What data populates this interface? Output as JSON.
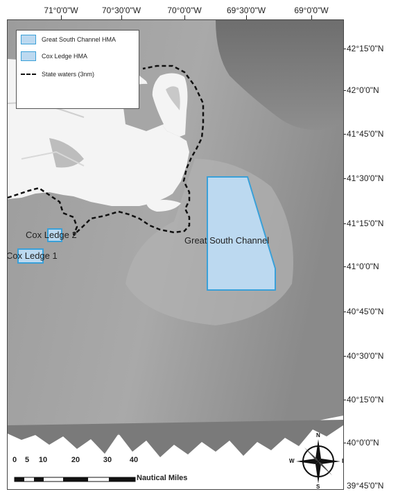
{
  "legend": {
    "items": [
      {
        "label": "Great South Channel HMA",
        "type": "polygon"
      },
      {
        "label": "Cox Ledge HMA",
        "type": "polygon"
      },
      {
        "label": "State waters (3nm)",
        "type": "dashed-line"
      }
    ]
  },
  "axes": {
    "longitude_ticks": [
      "71°0'0\"W",
      "70°30'0\"W",
      "70°0'0\"W",
      "69°30'0\"W",
      "69°0'0\"W"
    ],
    "latitude_ticks": [
      "42°15'0\"N",
      "42°0'0\"N",
      "41°45'0\"N",
      "41°30'0\"N",
      "41°15'0\"N",
      "41°0'0\"N",
      "40°45'0\"N",
      "40°30'0\"N",
      "40°15'0\"N",
      "40°0'0\"N",
      "39°45'0\"N"
    ]
  },
  "labels": {
    "great_south_channel": "Great South Channel",
    "cox_ledge_1": "Cox Ledge 1",
    "cox_ledge_2": "Cox Ledge 2"
  },
  "scale_bar": {
    "ticks": [
      "0",
      "5",
      "10",
      "20",
      "30",
      "40"
    ],
    "units": "Nautical Miles"
  },
  "compass": {
    "n": "N",
    "s": "S",
    "e": "E",
    "w": "W"
  },
  "colors": {
    "hma_fill": "#bcd9f0",
    "hma_stroke": "#3aa0d8",
    "land": "#f4f4f4",
    "water_shallow": "#a8a8a8",
    "water_deep": "#7a7a7a",
    "state_waters_line": "#111111"
  }
}
